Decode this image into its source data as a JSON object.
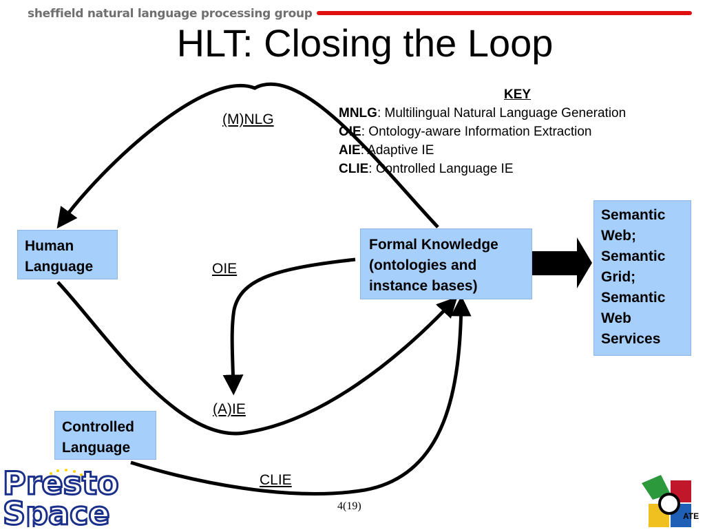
{
  "header": {
    "org_label": "sheffield natural language processing group",
    "title": "HLT: Closing the Loop",
    "rule_color": "#e01010"
  },
  "boxes": {
    "human_language": [
      "Human",
      "Language"
    ],
    "formal_knowledge": [
      "Formal Knowledge",
      "(ontologies and",
      "instance bases)"
    ],
    "controlled_language": [
      "Controlled",
      "Language"
    ],
    "semantic": [
      "Semantic",
      "Web;",
      "Semantic",
      "Grid;",
      "Semantic",
      "Web",
      "Services"
    ],
    "box_color": "#a7cffc"
  },
  "labels": {
    "mnlg": "(M)NLG",
    "oie": "OIE",
    "aie": "(A)IE",
    "clie": "CLIE"
  },
  "key": {
    "heading": "KEY",
    "entries": [
      {
        "term": "MNLG",
        "desc": ": Multilingual Natural Language Generation"
      },
      {
        "term": "OIE",
        "desc": ": Ontology-aware Information Extraction"
      },
      {
        "term": "AIE",
        "desc": ": Adaptive IE"
      },
      {
        "term": "CLIE",
        "desc": ": Controlled Language IE"
      }
    ]
  },
  "footer": {
    "page_number": "4(19)",
    "logo_left": [
      "Presto",
      "Space"
    ],
    "logo_right": "ATE"
  }
}
